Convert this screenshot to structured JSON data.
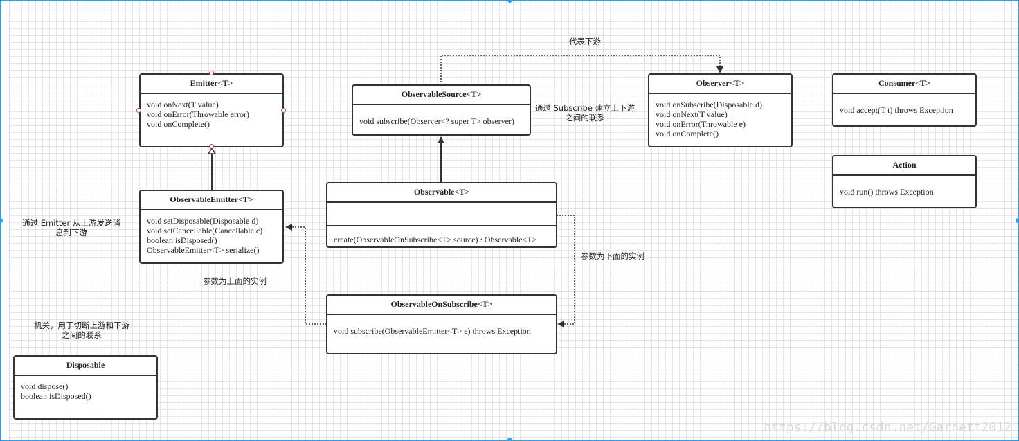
{
  "classes": {
    "emitter": {
      "name": "Emitter<T>",
      "methods": [
        "void onNext(T value)",
        "void onError(Throwable error)",
        "void onComplete()"
      ]
    },
    "observable_source": {
      "name": "ObservableSource<T>",
      "methods": [
        "void subscribe(Observer<? super T> observer)"
      ]
    },
    "observer": {
      "name": "Observer<T>",
      "methods": [
        "void onSubscribe(Disposable d)",
        "void onNext(T value)",
        "void onError(Throwable e)",
        "void onComplete()"
      ]
    },
    "consumer": {
      "name": "Consumer<T>",
      "methods": [
        "void accept(T t) throws Exception"
      ]
    },
    "action": {
      "name": "Action",
      "methods": [
        "void run() throws Exception"
      ]
    },
    "observable_emitter": {
      "name": "ObservableEmitter<T>",
      "methods": [
        "void setDisposable(Disposable d)",
        "void setCancellable(Cancellable c)",
        "boolean isDisposed()",
        "ObservableEmitter<T> serialize()"
      ]
    },
    "observable": {
      "name": "Observable<T>",
      "methods": [
        "create(ObservableOnSubscribe<T> source) : Observable<T>"
      ]
    },
    "observable_on_subscribe": {
      "name": "ObservableOnSubscribe<T>",
      "methods": [
        "void subscribe(ObservableEmitter<T> e) throws Exception"
      ]
    },
    "disposable": {
      "name": "Disposable",
      "methods": [
        "void dispose()",
        "boolean isDisposed()"
      ]
    }
  },
  "notes": {
    "downstream": "代表下游",
    "subscribe_link_1": "通过 Subscribe 建立上下游",
    "subscribe_link_2": "之间的联系",
    "emitter_send_1": "通过 Emitter 从上游发送消",
    "emitter_send_2": "息到下游",
    "param_above": "参数为上面的实例",
    "param_below": "参数为下面的实例",
    "switch_1": "机关，用于切断上游和下游",
    "switch_2": "之间的联系"
  },
  "watermark": "https://blog.csdn.net/Garnett2012",
  "colors": {
    "stroke": "#333333",
    "selection": "#29a3f0",
    "grid": "#e4e4e4",
    "handle": "#b94a48"
  }
}
